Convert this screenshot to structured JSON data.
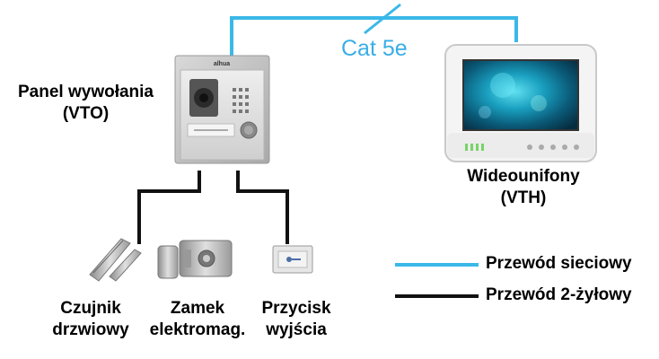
{
  "diagram": {
    "cable_label": "Cat 5e",
    "vto": {
      "line1": "Panel wywołania",
      "line2": "(VTO)",
      "brand": "alhua"
    },
    "vth": {
      "line1": "Wideounifony",
      "line2": "(VTH)"
    },
    "sensor": {
      "line1": "Czujnik",
      "line2": "drzwiowy"
    },
    "lock": {
      "line1": "Zamek",
      "line2": "elektromag."
    },
    "exit_button": {
      "line1": "Przycisk",
      "line2": "wyjścia"
    }
  },
  "legend": {
    "network": {
      "label": "Przewód sieciowy",
      "color": "#3ab8e8"
    },
    "two_wire": {
      "label": "Przewód 2-żyłowy",
      "color": "#111111"
    }
  },
  "colors": {
    "network_cable": "#3ab8e8",
    "two_wire_cable": "#111111",
    "cable_label": "#3aaee6"
  }
}
